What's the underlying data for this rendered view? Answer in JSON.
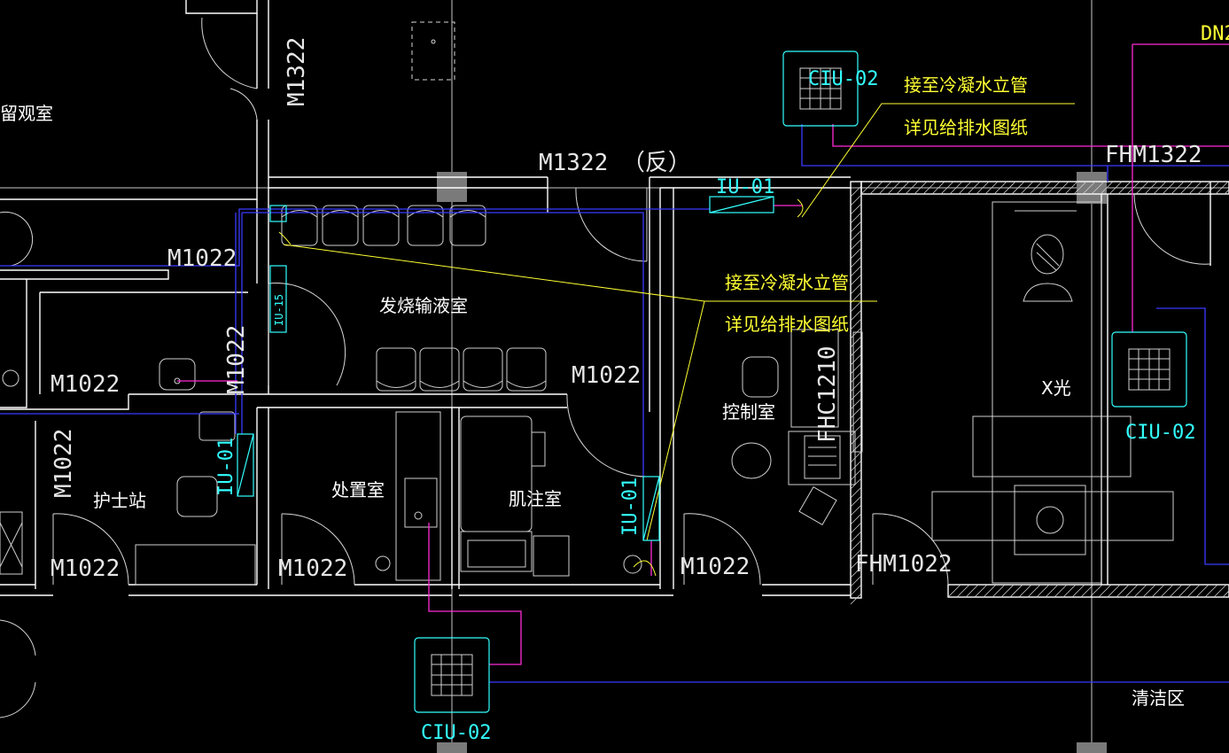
{
  "rooms": {
    "observation_room": "留观室",
    "fever_infusion_room": "发烧输液室",
    "control_room": "控制室",
    "xray": "X光",
    "nurse_station": "护士站",
    "treatment_room": "处置室",
    "im_injection_room": "肌注室",
    "clean_area": "清洁区"
  },
  "doors": {
    "m1322_top": "M1322",
    "m1322_reverse": "M1322 （反）",
    "fhm1322": "FHM1322",
    "m1022_left": "M1022",
    "m1022_vertical_mid": "M1022",
    "m1022_left_mid": "M1022",
    "m1022_vertical_left": "M1022",
    "m1022_infusion": "M1022",
    "m1022_nurse": "M1022",
    "m1022_treatment": "M1022",
    "m1022_control": "M1022",
    "fhm1022": "FHM1022",
    "fhc1210": "FHC1210"
  },
  "equipment": {
    "ciu_02_top": "CIU-02",
    "ciu_02_right": "CIU-02",
    "ciu_02_bottom": "CIU-02",
    "iu_01_top": "IU-01",
    "iu_01_left": "IU-01",
    "iu_01_mid": "IU-01",
    "iu_15": "IU-15"
  },
  "notes": {
    "note1_line1": "接至冷凝水立管",
    "note1_line2": "详见给排水图纸",
    "note2_line1": "接至冷凝水立管",
    "note2_line2": "详见给排水图纸"
  },
  "pipe_label": "DN2",
  "colors": {
    "background": "#000000",
    "walls": "#ffffff",
    "refrigerant_pipe": "#3a3aff",
    "drain_pipe": "#ff2bd6",
    "leader_line": "#ffff33",
    "hvac_unit": "#33ffff"
  }
}
